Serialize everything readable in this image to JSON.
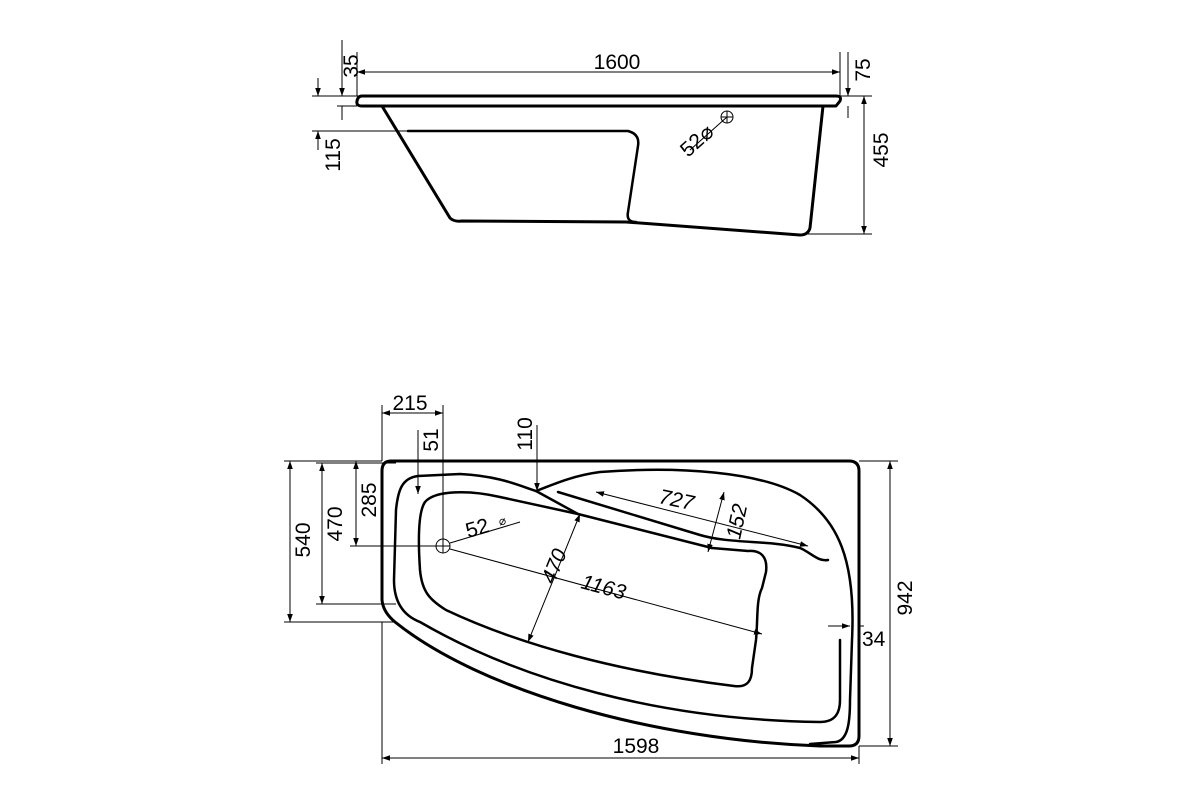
{
  "side_view": {
    "dim_length": "1600",
    "dim_rim_thickness": "35",
    "dim_rim_overhang": "75",
    "dim_height": "455",
    "dim_seat_depth": "115",
    "dim_drain_diameter": "52",
    "diameter_symbol": "⌀"
  },
  "top_view": {
    "dim_head_offset": "215",
    "dim_corner_offset": "51",
    "dim_notch": "110",
    "dim_left_height": "540",
    "dim_basin_width": "470",
    "dim_drain_offset": "285",
    "dim_drain_diameter": "52",
    "diameter_symbol": "⌀",
    "dim_slope_length": "727",
    "dim_slope_width": "152",
    "dim_inner_length": "1163",
    "dim_inner_width": "470",
    "dim_total_length": "1598",
    "dim_total_width": "942",
    "dim_wall": "34"
  }
}
